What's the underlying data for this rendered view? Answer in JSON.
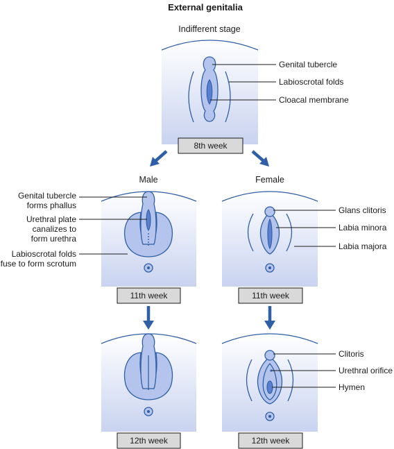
{
  "title": "External genitalia",
  "indifferent": {
    "stage_title": "Indifferent stage",
    "week": "8th week",
    "labels": [
      "Genital tubercle",
      "Labioscrotal folds",
      "Cloacal membrane"
    ]
  },
  "male": {
    "title": "Male",
    "week_11": "11th week",
    "week_12": "12th week",
    "labels": {
      "tubercle": [
        "Genital tubercle",
        "forms phallus"
      ],
      "plate": [
        "Urethral plate",
        "canalizes to",
        "form urethra"
      ],
      "folds": [
        "Labioscrotal folds",
        "fuse to form scrotum"
      ]
    }
  },
  "female": {
    "title": "Female",
    "week_11": "11th week",
    "week_12": "12th week",
    "labels_11": [
      "Glans clitoris",
      "Labia minora",
      "Labia majora"
    ],
    "labels_12": [
      "Clitoris",
      "Urethral orifice",
      "Hymen"
    ]
  },
  "colors": {
    "panel_top": "#ffffff",
    "panel_bottom": "#c9d3f0",
    "organ_fill": "#b4c4ec",
    "organ_stroke": "#2f5fa6",
    "arrow": "#2f5fa6",
    "week_box": "#d9d9d9"
  }
}
